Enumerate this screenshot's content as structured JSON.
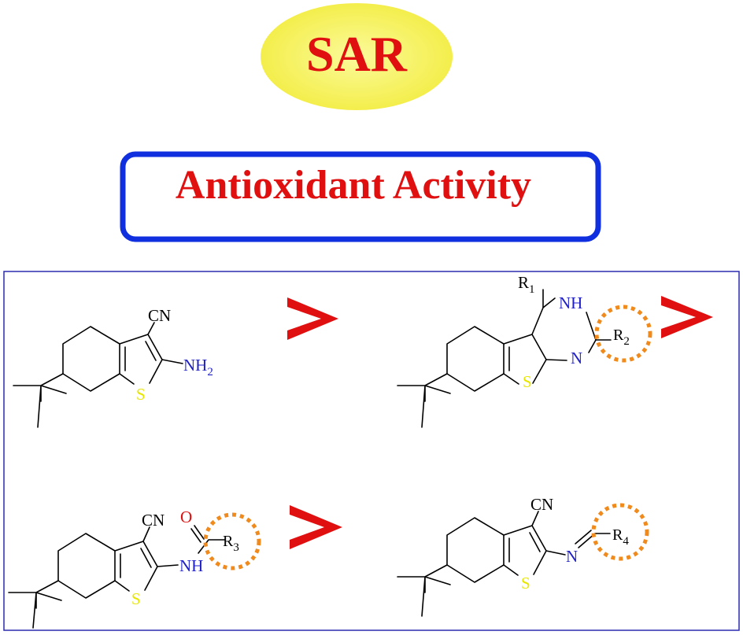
{
  "header": {
    "title": "SAR",
    "subtitle": "Antioxidant Activity"
  },
  "colors": {
    "title_text": "#e01010",
    "ellipse_fill": "#f5f055",
    "box_border": "#1030e0",
    "panel_border": "#2a2ab0",
    "nitrogen": "#1f1fc8",
    "sulfur": "#e6e600",
    "oxygen": "#e01010",
    "highlight_ring": "#f08a1c"
  },
  "compounds": [
    {
      "atoms": {
        "cn": "CN",
        "nh2": "NH",
        "nh2_sub": "2",
        "s": "S"
      }
    },
    {
      "atoms": {
        "r": "R",
        "r_sub": "1",
        "nh": "NH",
        "n": "N",
        "s": "S",
        "r2": "R",
        "r2_sub": "2"
      }
    },
    {
      "atoms": {
        "cn": "CN",
        "o": "O",
        "nh": "NH",
        "s": "S",
        "r": "R",
        "r_sub": "3"
      }
    },
    {
      "atoms": {
        "cn": "CN",
        "n": "N",
        "s": "S",
        "r": "R",
        "r_sub": "4"
      }
    }
  ],
  "comparisons": [
    {
      "symbol": "greater-than"
    },
    {
      "symbol": "greater-than"
    },
    {
      "symbol": "greater-than"
    }
  ]
}
